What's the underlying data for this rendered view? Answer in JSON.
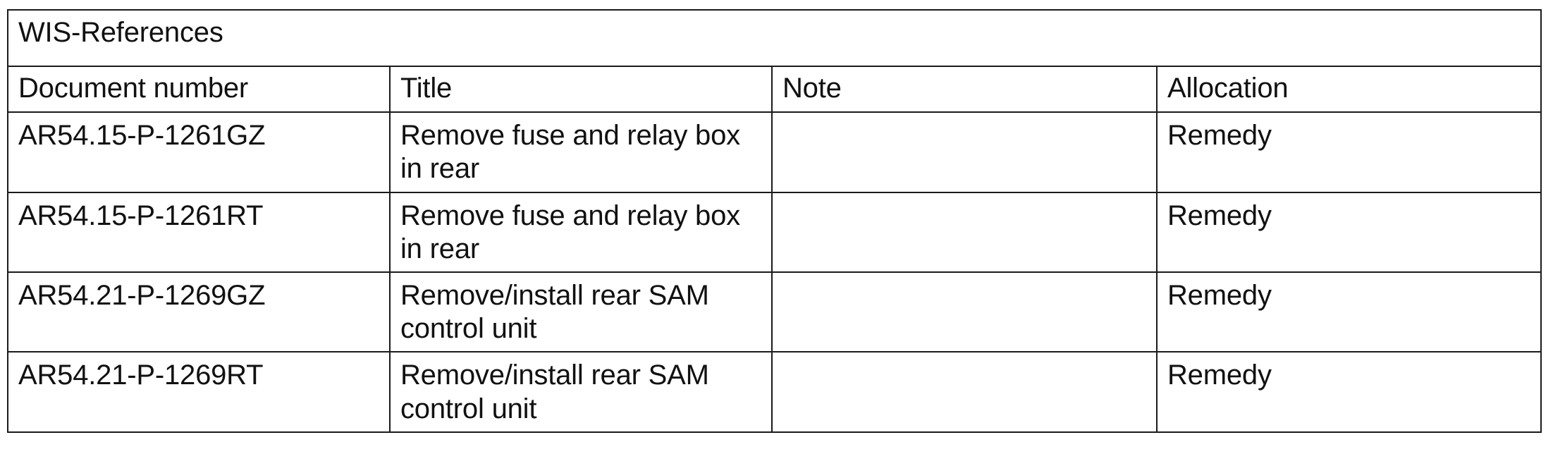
{
  "table": {
    "title": "WIS-References",
    "columns": [
      {
        "key": "document_number",
        "label": "Document number"
      },
      {
        "key": "title",
        "label": "Title"
      },
      {
        "key": "note",
        "label": "Note"
      },
      {
        "key": "allocation",
        "label": "Allocation"
      }
    ],
    "rows": [
      {
        "document_number": "AR54.15-P-1261GZ",
        "title": "Remove fuse and relay box in rear",
        "note": "",
        "allocation": "Remedy"
      },
      {
        "document_number": "AR54.15-P-1261RT",
        "title": "Remove fuse and relay box in rear",
        "note": "",
        "allocation": "Remedy"
      },
      {
        "document_number": "AR54.21-P-1269GZ",
        "title": "Remove/install rear SAM control unit",
        "note": "",
        "allocation": "Remedy"
      },
      {
        "document_number": "AR54.21-P-1269RT",
        "title": "Remove/install rear SAM control unit",
        "note": "",
        "allocation": "Remedy"
      }
    ]
  },
  "style": {
    "border_color": "#1a1a1a",
    "text_color": "#111111",
    "background_color": "#ffffff"
  }
}
